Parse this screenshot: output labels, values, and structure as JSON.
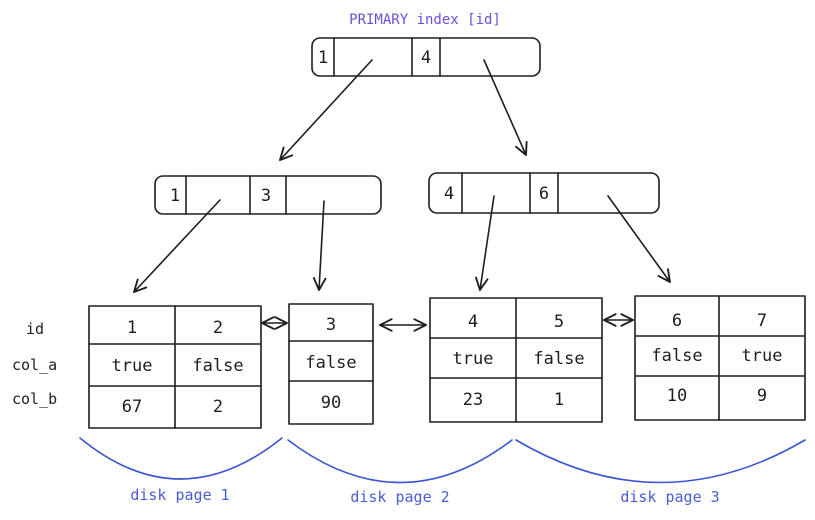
{
  "title": "PRIMARY index [id]",
  "root_node": {
    "keys": [
      "1",
      "4"
    ]
  },
  "internal_nodes": [
    {
      "keys": [
        "1",
        "3"
      ]
    },
    {
      "keys": [
        "4",
        "6"
      ]
    }
  ],
  "row_labels": [
    "id",
    "col_a",
    "col_b"
  ],
  "leaf_pages": [
    {
      "columns": [
        {
          "id": "1",
          "col_a": "true",
          "col_b": "67"
        },
        {
          "id": "2",
          "col_a": "false",
          "col_b": "2"
        }
      ]
    },
    {
      "columns": [
        {
          "id": "3",
          "col_a": "false",
          "col_b": "90"
        }
      ]
    },
    {
      "columns": [
        {
          "id": "4",
          "col_a": "true",
          "col_b": "23"
        },
        {
          "id": "5",
          "col_a": "false",
          "col_b": "1"
        }
      ]
    },
    {
      "columns": [
        {
          "id": "6",
          "col_a": "false",
          "col_b": "10"
        },
        {
          "id": "7",
          "col_a": "true",
          "col_b": "9"
        }
      ]
    }
  ],
  "disk_pages": [
    "disk page 1",
    "disk page 2",
    "disk page 3"
  ],
  "colors": {
    "ink": "#1e1e1e",
    "brace": "#3d55d6",
    "title": "#6b4fd8"
  }
}
